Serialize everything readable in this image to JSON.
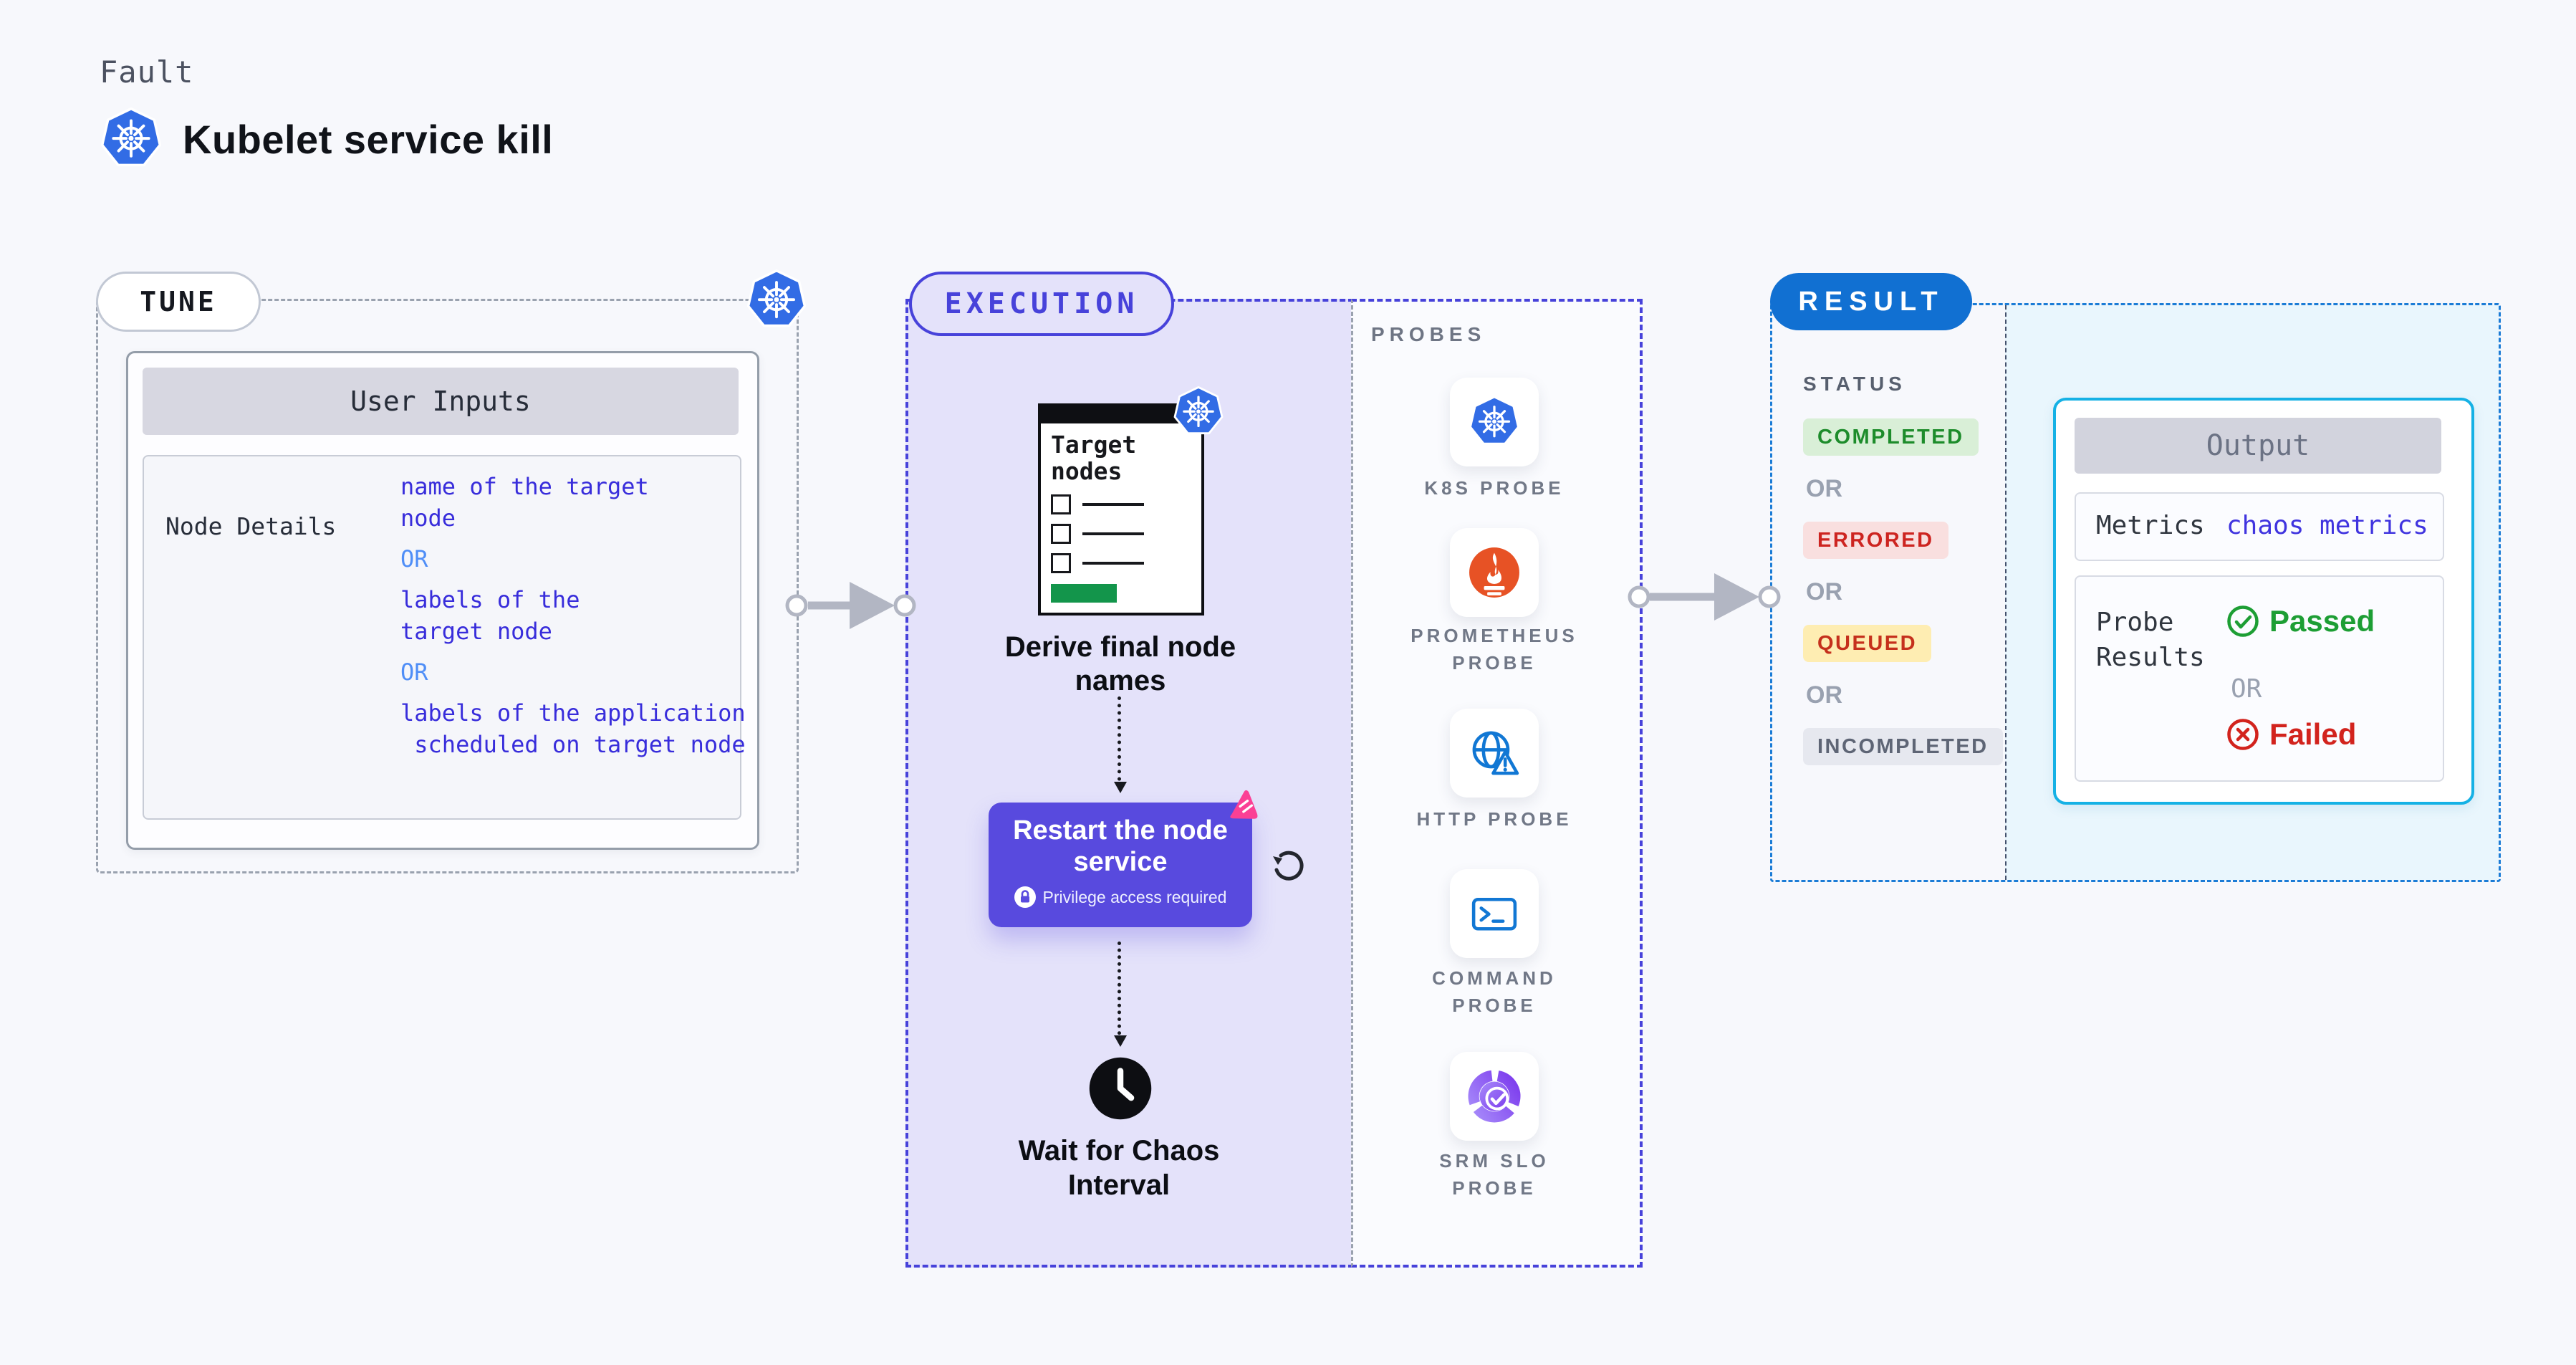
{
  "header": {
    "kicker": "Fault",
    "title": "Kubelet service kill"
  },
  "tune": {
    "label": "TUNE",
    "card_title": "User Inputs",
    "row_label": "Node Details",
    "value_lines": [
      {
        "text": "name of the target",
        "type": "value"
      },
      {
        "text": "node",
        "type": "value"
      },
      {
        "text": "OR",
        "type": "or"
      },
      {
        "text": "labels of the",
        "type": "value"
      },
      {
        "text": "target node",
        "type": "value"
      },
      {
        "text": "OR",
        "type": "or"
      },
      {
        "text": "labels of the application",
        "type": "value"
      },
      {
        "text": " scheduled on target node",
        "type": "value"
      }
    ]
  },
  "execution": {
    "label": "EXECUTION",
    "target_card_title": "Target nodes",
    "step_derive": "Derive final node names",
    "step_restart": "Restart the node service",
    "restart_badge": "Privilege access required",
    "step_wait": "Wait for Chaos Interval"
  },
  "probes": {
    "label": "PROBES",
    "items": [
      {
        "icon": "k8s-icon",
        "label": "K8S PROBE"
      },
      {
        "icon": "prometheus-icon",
        "label": "PROMETHEUS PROBE"
      },
      {
        "icon": "http-icon",
        "label": "HTTP PROBE"
      },
      {
        "icon": "command-icon",
        "label": "COMMAND PROBE"
      },
      {
        "icon": "srm-slo-icon",
        "label": "SRM SLO PROBE"
      }
    ]
  },
  "result": {
    "label": "RESULT",
    "status_title": "STATUS",
    "or": "OR",
    "statuses": [
      {
        "label": "COMPLETED",
        "bg": "#d9efd7",
        "color": "#1d8c2b"
      },
      {
        "label": "ERRORED",
        "bg": "#f9dfdf",
        "color": "#cd2420"
      },
      {
        "label": "QUEUED",
        "bg": "#feedb2",
        "color": "#c5301c"
      },
      {
        "label": "INCOMPLETED",
        "bg": "#e6e8ef",
        "color": "#5e6575"
      }
    ],
    "output": {
      "title": "Output",
      "metrics_label": "Metrics",
      "metrics_value": "chaos metrics",
      "probe_results_label": "Probe Results",
      "passed": "Passed",
      "or": "OR",
      "failed": "Failed"
    }
  },
  "colors": {
    "background": "#f7f8fc",
    "k8s_blue": "#326ce5",
    "execution_indigo": "#4742da",
    "execution_fill": "#e4e2fa",
    "restart_purple": "#584ade",
    "result_blue": "#1170d2",
    "output_cyan": "#15b1e5",
    "passed_green": "#1d9e34",
    "failed_red": "#d2231d",
    "prometheus_orange": "#e75225",
    "litmus_pink": "#fb4095",
    "green_bar": "#13954b"
  }
}
